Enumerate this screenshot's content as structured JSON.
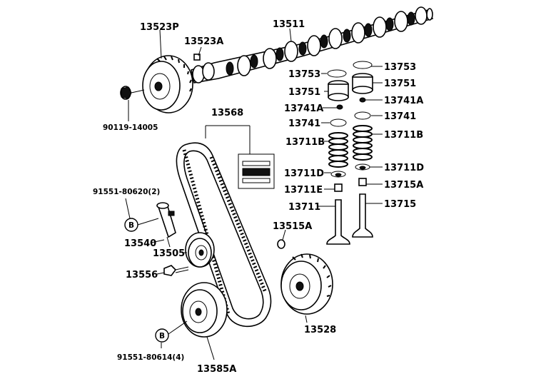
{
  "labels": {
    "p13523P": "13523P",
    "p13523A": "13523A",
    "p13511": "13511",
    "p13753_r": "13753",
    "p13753_l": "13753",
    "p13751_r": "13751",
    "p13751_l": "13751",
    "p13741A_r": "13741A",
    "p13741A_l": "13741A",
    "p13741_r": "13741",
    "p13741_l": "13741",
    "p13711B_r": "13711B",
    "p13711B_l": "13711B",
    "p13711D_r": "13711D",
    "p13711D_l": "13711D",
    "p13715A": "13715A",
    "p13711E": "13711E",
    "p13711": "13711",
    "p13715": "13715",
    "p90119": "90119-14005",
    "p13568": "13568",
    "p91551_a": "91551-80620(2)",
    "p13515A": "13515A",
    "p13540": "13540",
    "p13505": "13505",
    "p13556": "13556",
    "p13528": "13528",
    "p91551_b": "91551-80614(4)",
    "p13585A": "13585A",
    "circle_b1": "B",
    "circle_b2": "B"
  }
}
